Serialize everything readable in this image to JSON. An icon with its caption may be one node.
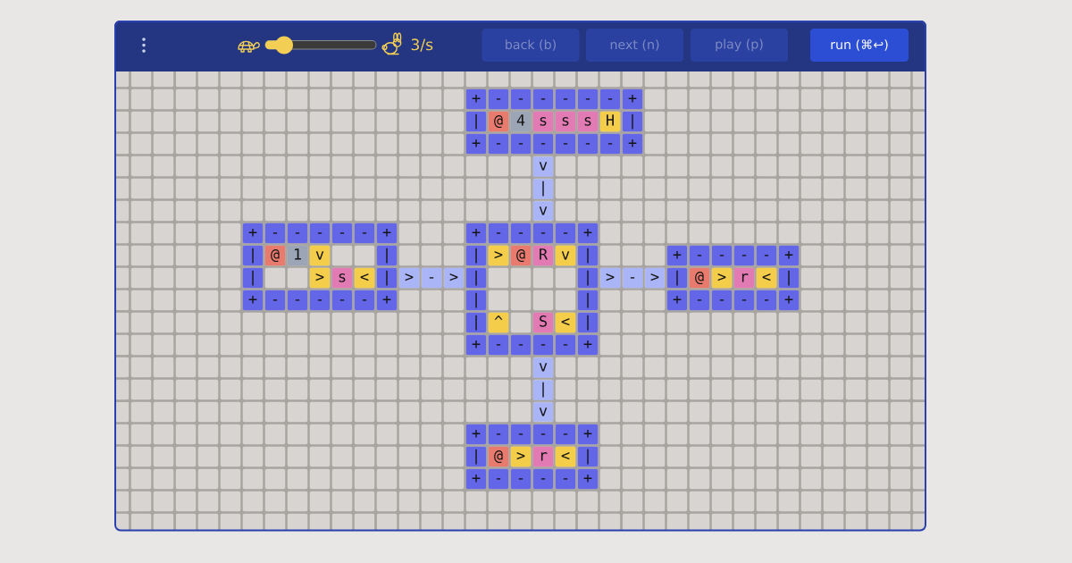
{
  "diagram": {
    "nodes": [
      {
        "text": [
          "back (b)"
        ]
      },
      {
        "text": [
          "next (n)"
        ]
      },
      {
        "text": [
          "play (p)"
        ]
      },
      {
        "text": [
          "run (⌘↩)"
        ]
      },
      {
        "text": [
          "+",
          "-",
          "-",
          "-",
          "-",
          "-",
          "-",
          "+",
          "|",
          "@",
          "4",
          "s",
          "s",
          "s",
          "H",
          "|",
          "+",
          "-",
          "-",
          "-",
          "-",
          "-",
          "-",
          "+"
        ]
      },
      {
        "text": [
          "+",
          "-",
          "-",
          "-",
          "-",
          "-",
          "+",
          "|",
          "@",
          "1",
          "v",
          "|",
          "|",
          ">",
          "s",
          "<",
          "|",
          "+",
          "-",
          "-",
          "-",
          "-",
          "-",
          "+"
        ]
      },
      {
        "text": [
          "+",
          "-",
          "-",
          "-",
          "-",
          "+",
          "|",
          ">",
          "@",
          "R",
          "v",
          "|",
          "|",
          "|",
          "|",
          "|",
          "|",
          "^",
          "S",
          "<",
          "|",
          "+",
          "-",
          "-",
          "-",
          "-",
          "+"
        ]
      },
      {
        "text": [
          "+",
          "-",
          "-",
          "-",
          "-",
          "+",
          "|",
          "@",
          ">",
          "r",
          "<",
          "|",
          "+",
          "-",
          "-",
          "-",
          "-",
          "+"
        ]
      },
      {
        "text": [
          "+",
          "-",
          "-",
          "-",
          "-",
          "+",
          "|",
          "@",
          ">",
          "r",
          "<",
          "|",
          "+",
          "-",
          "-",
          "-",
          "-",
          "+"
        ]
      }
    ],
    "edges": [
      {
        "from": 4,
        "to": 6,
        "arrow": "none"
      },
      {
        "from": 5,
        "to": 6,
        "arrow": "none"
      },
      {
        "from": 6,
        "to": 7,
        "arrow": "none"
      },
      {
        "from": 6,
        "to": 8,
        "arrow": "none"
      }
    ],
    "labels": [
      "3/s",
      "v",
      "|",
      "v",
      ">",
      "-",
      ">",
      ">",
      "-",
      ">",
      "v",
      "|",
      "v"
    ]
  }
}
